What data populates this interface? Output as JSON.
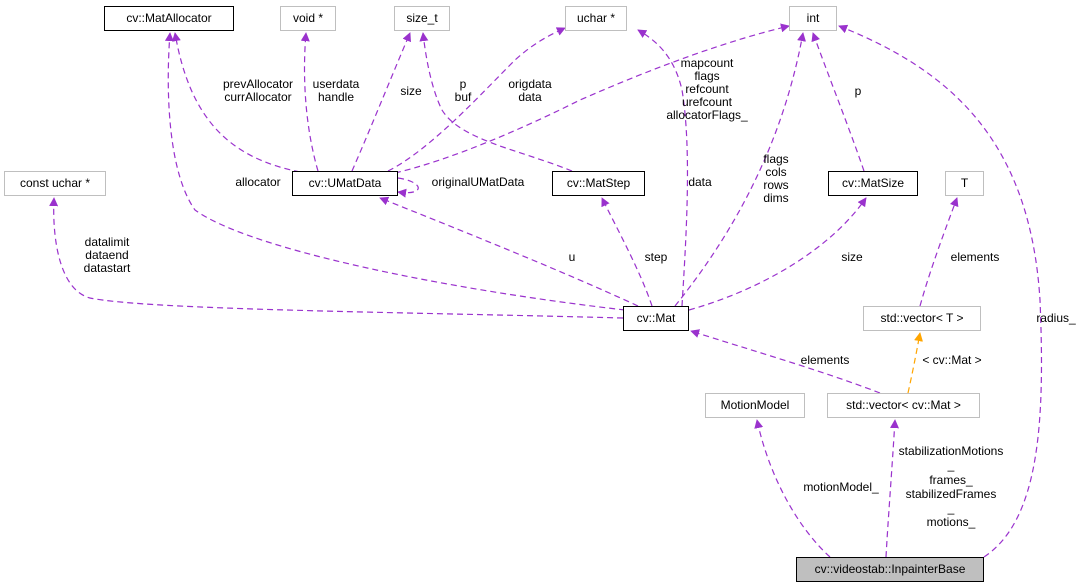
{
  "colors": {
    "usage_edge": "#9a32cd",
    "template_edge": "#ffa500",
    "focus_fill": "#bfbfbf",
    "documented_border": "#000000",
    "undocumented_border": "#bfbfbf"
  },
  "nodes": {
    "matallocator": "cv::MatAllocator",
    "void_ptr": "void *",
    "size_t": "size_t",
    "uchar_ptr": "uchar *",
    "int": "int",
    "const_uchar_ptr": "const uchar *",
    "umatdata": "cv::UMatData",
    "matstep": "cv::MatStep",
    "matsize": "cv::MatSize",
    "t": "T",
    "mat": "cv::Mat",
    "vector_t": "std::vector< T >",
    "motionmodel": "MotionModel",
    "vector_mat": "std::vector< cv::Mat >",
    "inpainterbase": "cv::videostab::InpainterBase"
  },
  "edge_labels": {
    "allocator_names": [
      "prevAllocator",
      "currAllocator"
    ],
    "userdata_handle": [
      "userdata",
      "handle"
    ],
    "umat_size": [
      "size"
    ],
    "p_buf": [
      "p",
      "buf"
    ],
    "origdata_data": [
      "origdata",
      "data"
    ],
    "mat_uchar": [
      "mapcount",
      "flags",
      "refcount",
      "urefcount",
      "allocatorFlags_"
    ],
    "msize_p": [
      "p"
    ],
    "mat_allocator": [
      "allocator"
    ],
    "original_umatdata": [
      "originalUMatData"
    ],
    "mat_data": [
      "data"
    ],
    "mat_int": [
      "flags",
      "cols",
      "rows",
      "dims"
    ],
    "data_ptrs": [
      "datalimit",
      "dataend",
      "datastart"
    ],
    "u": [
      "u"
    ],
    "step": [
      "step"
    ],
    "mat_size": [
      "size"
    ],
    "vector_elements": [
      "elements"
    ],
    "radius": [
      "radius_"
    ],
    "mat_elements": [
      "elements"
    ],
    "template_arg": [
      "< cv::Mat >"
    ],
    "motion_model": [
      "motionModel_"
    ],
    "frames": [
      "stabilizationMotions",
      "_",
      "frames_",
      "stabilizedFrames",
      "_",
      "motions_"
    ]
  }
}
